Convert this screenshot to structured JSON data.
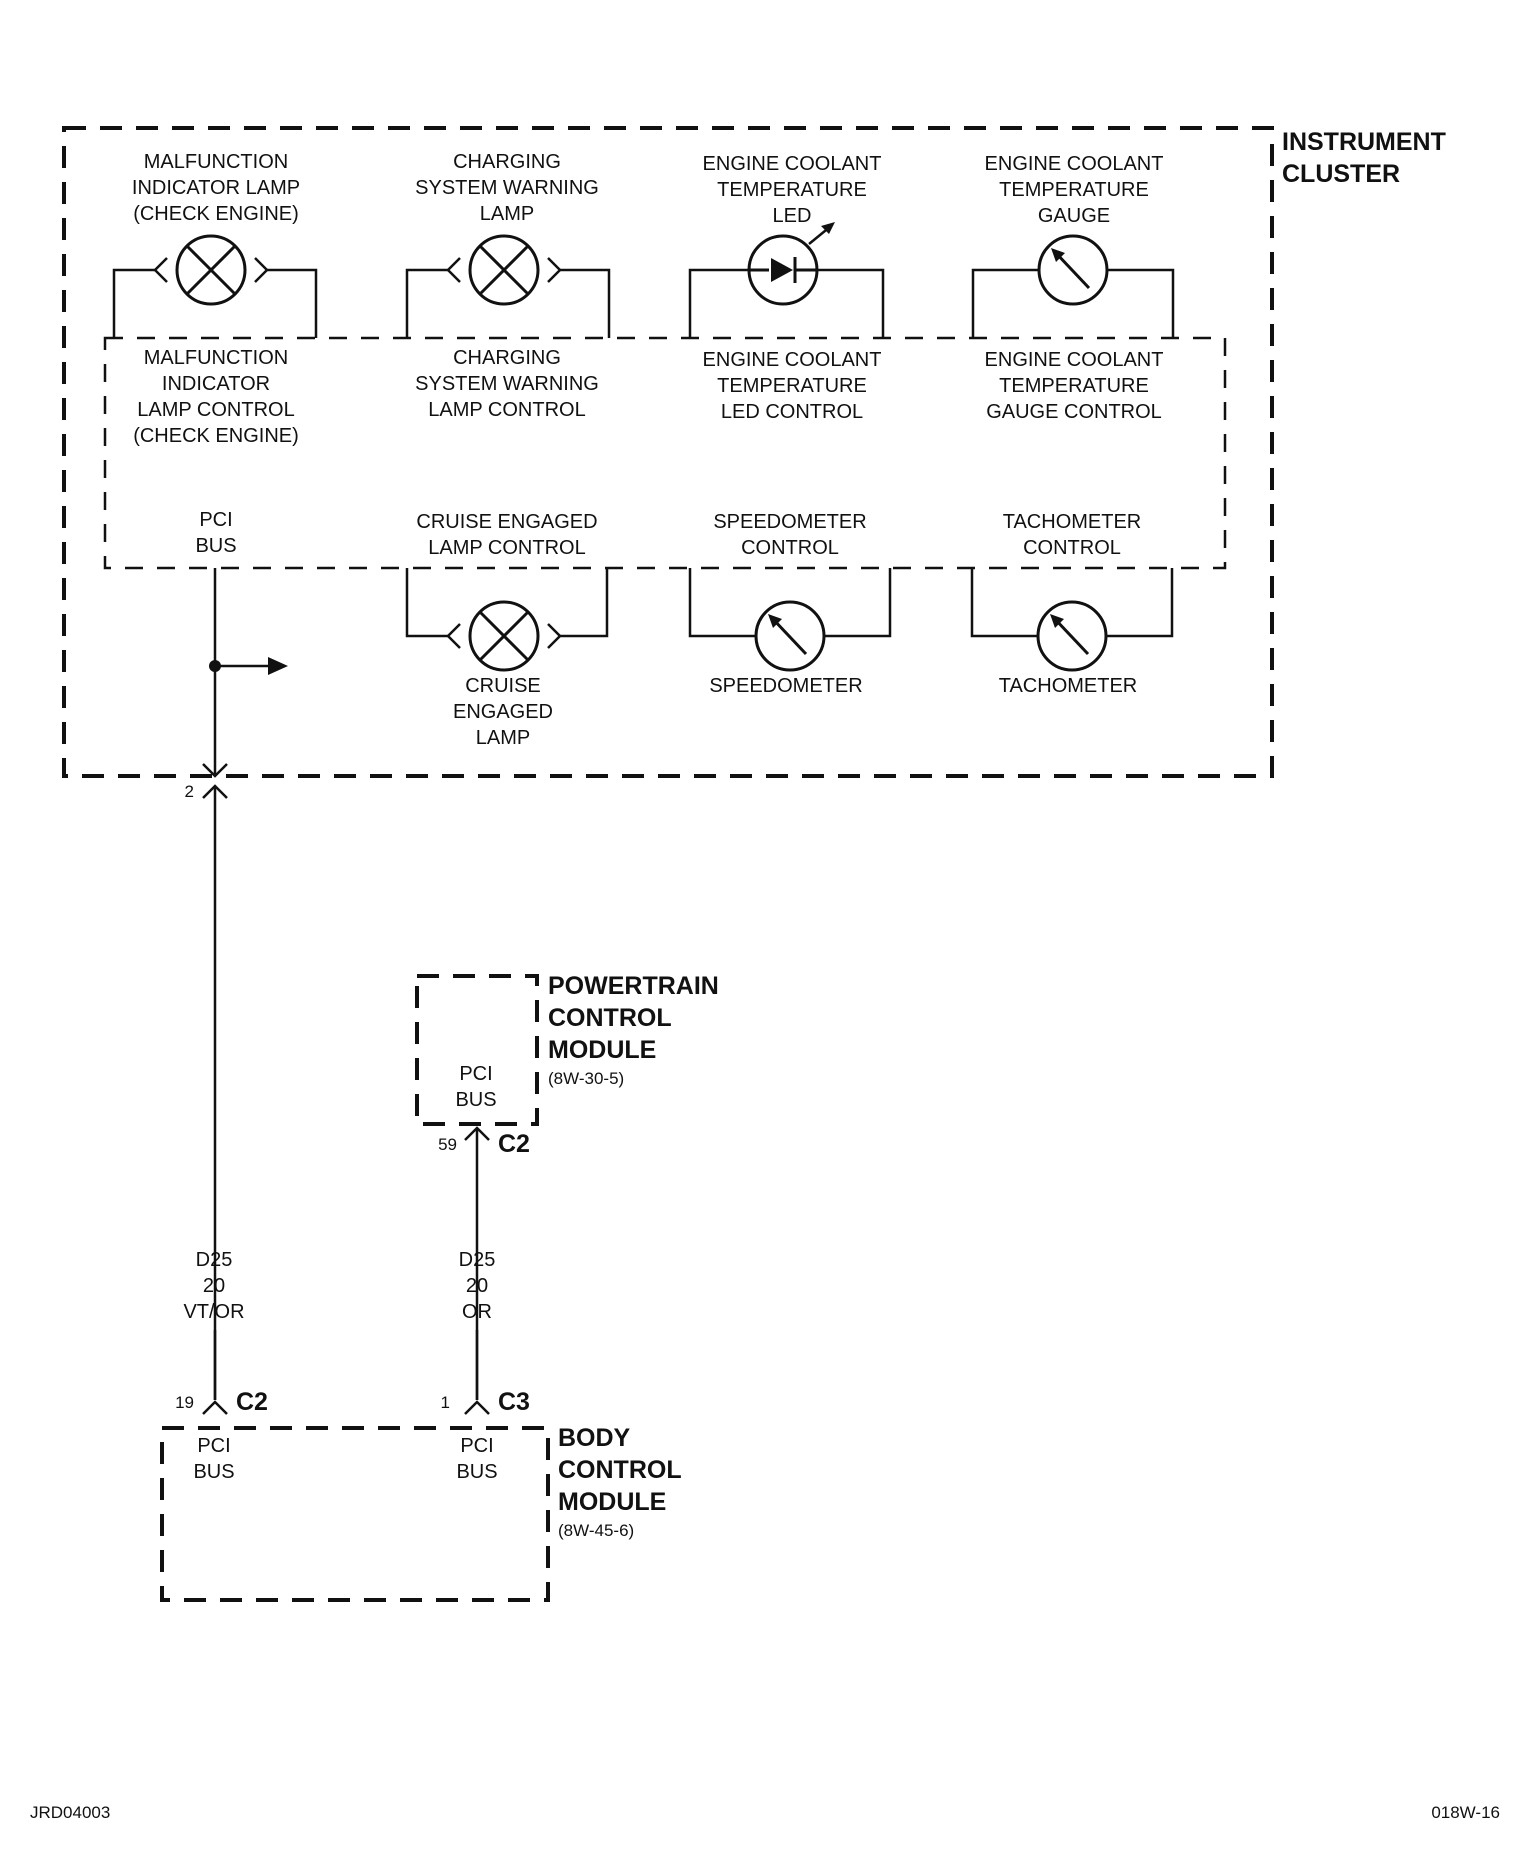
{
  "instrument_cluster": {
    "title": [
      "INSTRUMENT",
      "CLUSTER"
    ],
    "top_devices": [
      {
        "label": [
          "MALFUNCTION",
          "INDICATOR LAMP",
          "(CHECK ENGINE)"
        ],
        "symbol": "lamp-icon"
      },
      {
        "label": [
          "CHARGING",
          "SYSTEM WARNING",
          "LAMP"
        ],
        "symbol": "lamp-icon"
      },
      {
        "label": [
          "ENGINE COOLANT",
          "TEMPERATURE",
          "LED"
        ],
        "symbol": "led-icon"
      },
      {
        "label": [
          "ENGINE COOLANT",
          "TEMPERATURE",
          "GAUGE"
        ],
        "symbol": "gauge-icon"
      }
    ],
    "controls_upper": [
      [
        "MALFUNCTION",
        "INDICATOR",
        "LAMP CONTROL",
        "(CHECK ENGINE)"
      ],
      [
        "CHARGING",
        "SYSTEM WARNING",
        "LAMP CONTROL"
      ],
      [
        "ENGINE COOLANT",
        "TEMPERATURE",
        "LED CONTROL"
      ],
      [
        "ENGINE COOLANT",
        "TEMPERATURE",
        "GAUGE CONTROL"
      ]
    ],
    "controls_lower": [
      [
        "PCI",
        "BUS"
      ],
      [
        "CRUISE ENGAGED",
        "LAMP CONTROL"
      ],
      [
        "SPEEDOMETER",
        "CONTROL"
      ],
      [
        "TACHOMETER",
        "CONTROL"
      ]
    ],
    "bottom_devices": [
      {
        "label": [
          "CRUISE",
          "ENGAGED",
          "LAMP"
        ],
        "symbol": "lamp-icon"
      },
      {
        "label": [
          "SPEEDOMETER"
        ],
        "symbol": "gauge-icon"
      },
      {
        "label": [
          "TACHOMETER"
        ],
        "symbol": "gauge-icon"
      }
    ],
    "pin": "2"
  },
  "powertrain_control_module": {
    "title": [
      "POWERTRAIN",
      "CONTROL",
      "MODULE"
    ],
    "ref": "(8W-30-5)",
    "inner": [
      "PCI",
      "BUS"
    ],
    "pin": "59",
    "connector": "C2"
  },
  "body_control_module": {
    "title": [
      "BODY",
      "CONTROL",
      "MODULE"
    ],
    "ref": "(8W-45-6)",
    "left": {
      "inner": [
        "PCI",
        "BUS"
      ],
      "pin": "19",
      "connector": "C2"
    },
    "right": {
      "inner": [
        "PCI",
        "BUS"
      ],
      "pin": "1",
      "connector": "C3"
    }
  },
  "wires": [
    {
      "circuit": "D25",
      "gauge": "20",
      "color": "VT/OR"
    },
    {
      "circuit": "D25",
      "gauge": "20",
      "color": "OR"
    }
  ],
  "footer": {
    "left": "JRD04003",
    "right": "018W-16"
  }
}
